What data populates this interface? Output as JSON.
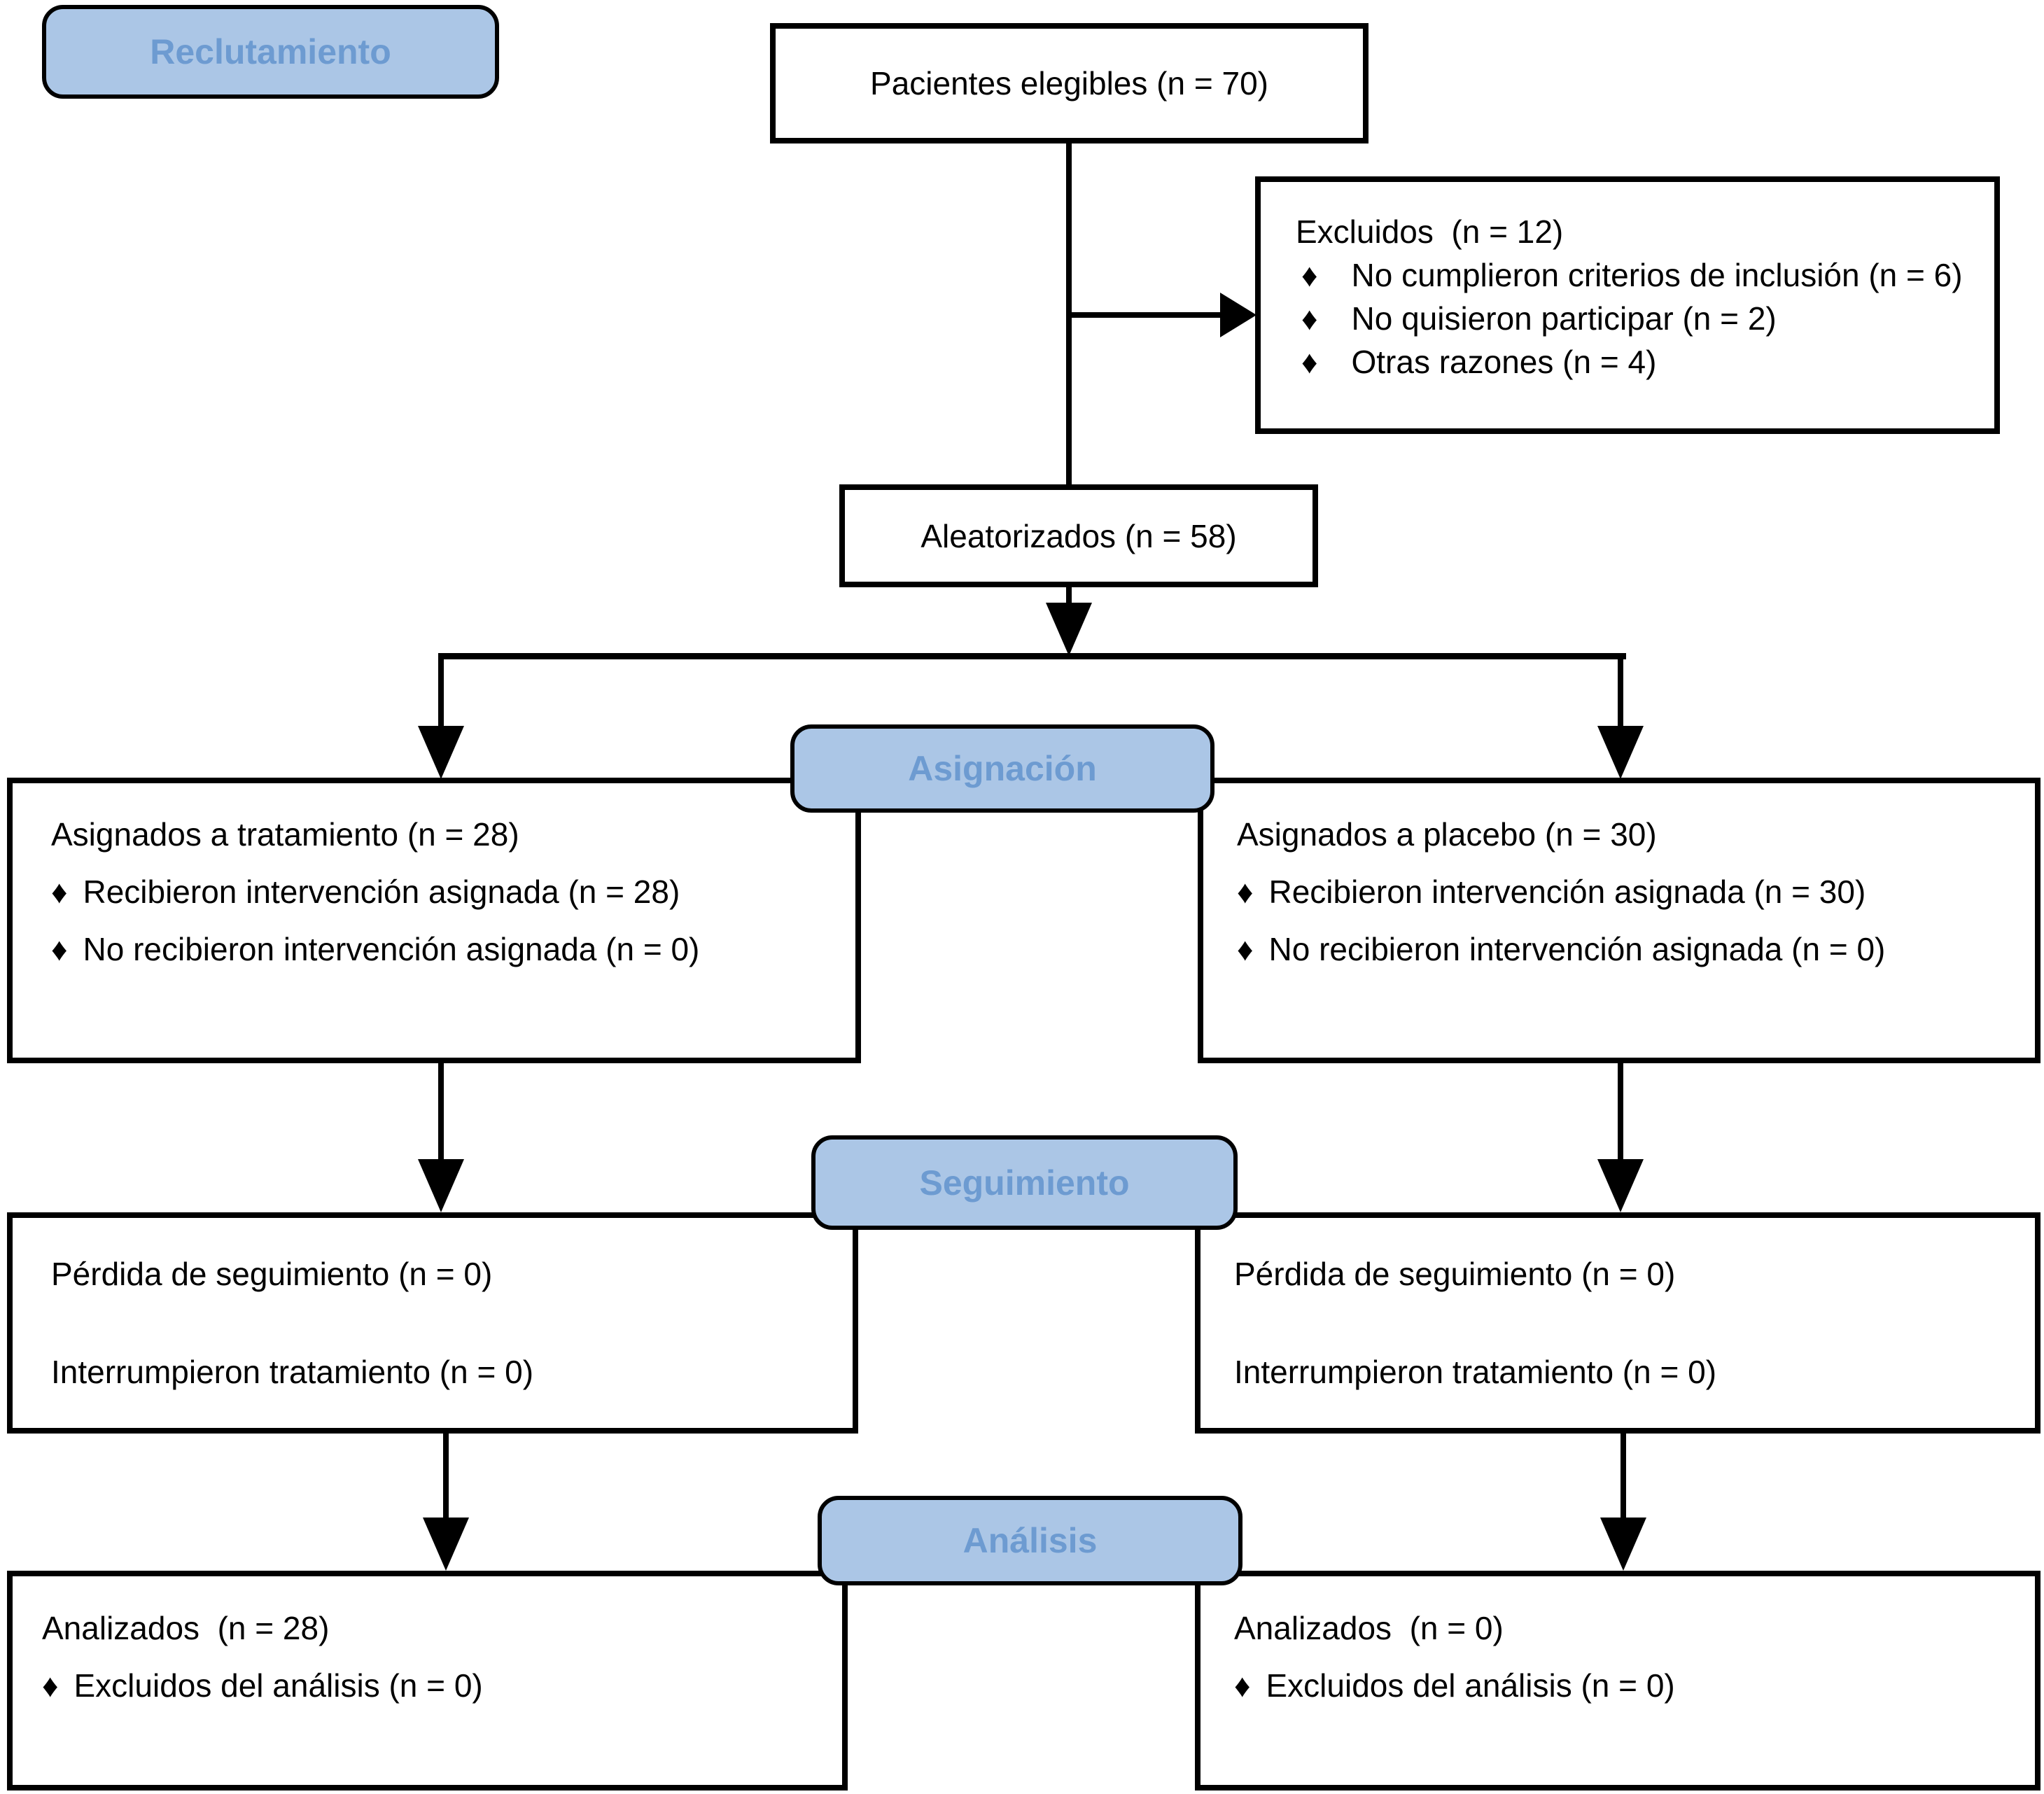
{
  "diagram": {
    "bullet_char": "♦",
    "colors": {
      "label_fill": "#abc6e6",
      "label_text": "#6d9bd1",
      "box_border": "#000000",
      "box_fill": "#ffffff"
    },
    "stage_labels": {
      "recruitment": "Reclutamiento",
      "allocation": "Asignación",
      "followup": "Seguimiento",
      "analysis": "Análisis"
    },
    "boxes": {
      "eligible": {
        "text": "Pacientes elegibles (n = 70)"
      },
      "excluded": {
        "title": "Excluidos  (n = 12)",
        "items": [
          "No cumplieron criterios de inclusión (n = 6)",
          "No quisieron participar (n = 2)",
          "Otras razones (n = 4)"
        ]
      },
      "randomized": {
        "text": "Aleatorizados (n = 58)"
      },
      "alloc_treatment": {
        "title": "Asignados a tratamiento (n = 28)",
        "items": [
          "Recibieron intervención asignada (n = 28)",
          "No recibieron intervención asignada (n = 0)"
        ]
      },
      "alloc_placebo": {
        "title": "Asignados a placebo (n = 30)",
        "items": [
          "Recibieron intervención asignada (n = 30)",
          "No recibieron intervención asignada (n = 0)"
        ]
      },
      "followup_treatment": {
        "lines": [
          "Pérdida de seguimiento (n = 0)",
          "Interrumpieron tratamiento (n = 0)"
        ]
      },
      "followup_placebo": {
        "lines": [
          "Pérdida de seguimiento (n = 0)",
          "Interrumpieron tratamiento (n = 0)"
        ]
      },
      "analysis_treatment": {
        "title": "Analizados  (n = 28)",
        "items": [
          "Excluidos del análisis (n = 0)"
        ]
      },
      "analysis_placebo": {
        "title": "Analizados  (n = 0)",
        "items": [
          "Excluidos del análisis (n = 0)"
        ]
      }
    }
  }
}
